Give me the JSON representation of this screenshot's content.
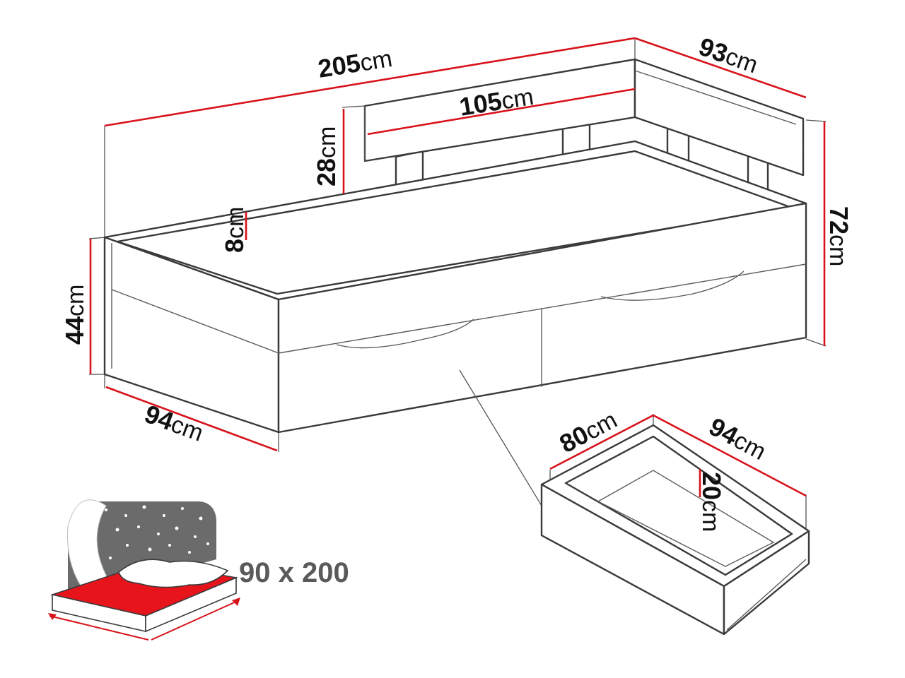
{
  "dimensions": {
    "total_length": {
      "value": "205",
      "unit": "cm"
    },
    "total_depth": {
      "value": "93",
      "unit": "cm"
    },
    "headboard_width": {
      "value": "105",
      "unit": "cm"
    },
    "headboard_height": {
      "value": "28",
      "unit": "cm"
    },
    "rim_height": {
      "value": "8",
      "unit": "cm"
    },
    "total_height": {
      "value": "72",
      "unit": "cm"
    },
    "bed_height": {
      "value": "44",
      "unit": "cm"
    },
    "bed_width": {
      "value": "94",
      "unit": "cm"
    }
  },
  "drawer": {
    "width": {
      "value": "80",
      "unit": "cm"
    },
    "depth": {
      "value": "94",
      "unit": "cm"
    },
    "height": {
      "value": "20",
      "unit": "cm"
    }
  },
  "mattress": {
    "size_label": "90 x 200"
  },
  "colors": {
    "dimension_line": "#d8121b",
    "outline": "#3a3a3a",
    "mattress_top": "#e8141c",
    "night_sky": "#6b6b6b"
  }
}
